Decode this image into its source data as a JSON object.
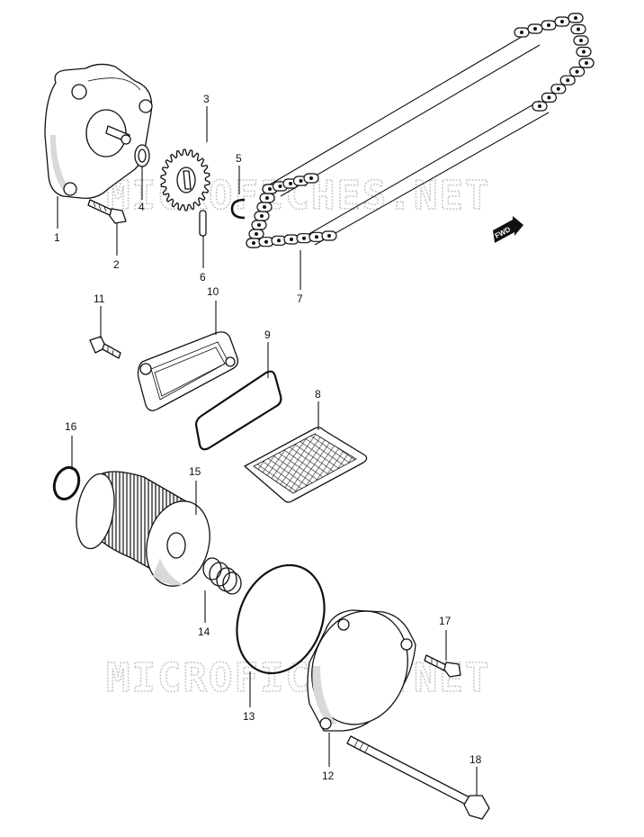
{
  "watermark": "MICROFICHES.NET",
  "fwd_badge": "FWD",
  "parts": [
    {
      "id": "1"
    },
    {
      "id": "2"
    },
    {
      "id": "3"
    },
    {
      "id": "4"
    },
    {
      "id": "5"
    },
    {
      "id": "6"
    },
    {
      "id": "7"
    },
    {
      "id": "8"
    },
    {
      "id": "9"
    },
    {
      "id": "10"
    },
    {
      "id": "11"
    },
    {
      "id": "12"
    },
    {
      "id": "13"
    },
    {
      "id": "14"
    },
    {
      "id": "15"
    },
    {
      "id": "16"
    },
    {
      "id": "17"
    },
    {
      "id": "18"
    }
  ]
}
